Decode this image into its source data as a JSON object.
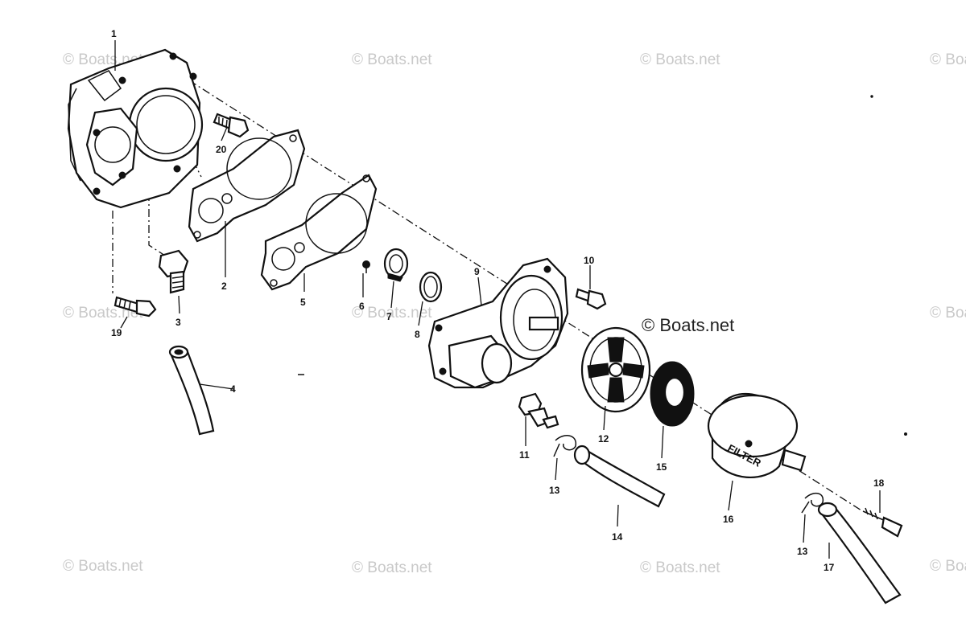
{
  "watermark": "© Boats.net",
  "filter_label": "FILTER",
  "callouts": {
    "c1": "1",
    "c2": "2",
    "c3": "3",
    "c4": "4",
    "c5": "5",
    "c6": "6",
    "c7": "7",
    "c8": "8",
    "c9": "9",
    "c10": "10",
    "c11": "11",
    "c12": "12",
    "c13a": "13",
    "c13b": "13",
    "c14": "14",
    "c15": "15",
    "c16": "16",
    "c17": "17",
    "c18": "18",
    "c19": "19",
    "c20": "20"
  }
}
